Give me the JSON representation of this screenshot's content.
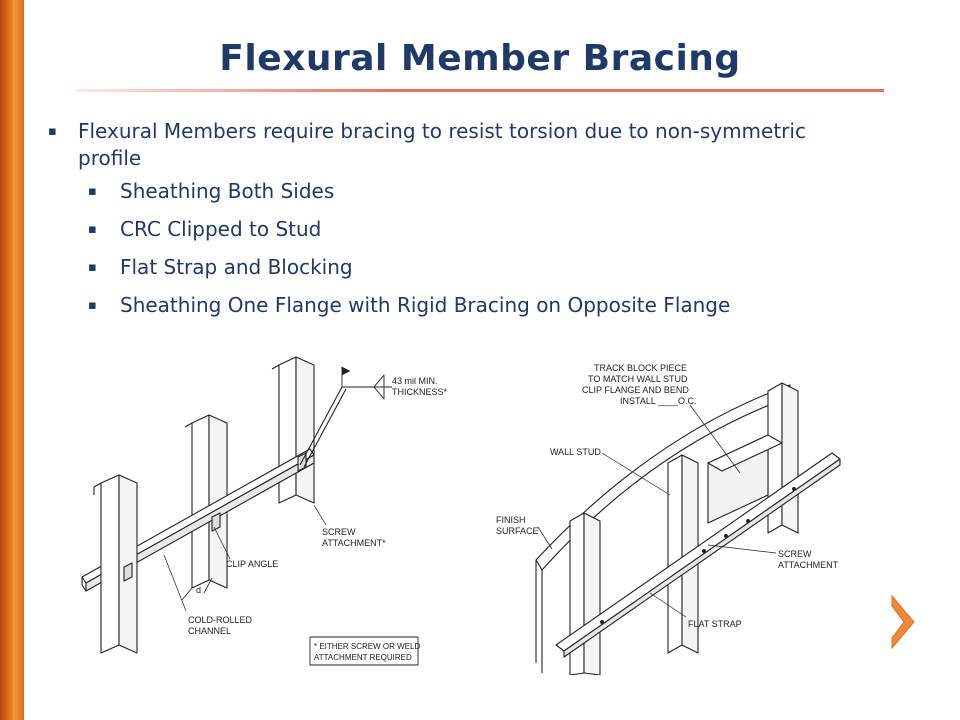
{
  "slide": {
    "title": "Flexural Member Bracing",
    "bullets": {
      "main": "Flexural Members require bracing to resist torsion due to non-symmetric profile",
      "sub": [
        "Sheathing Both Sides",
        "CRC Clipped to Stud",
        "Flat Strap and Blocking",
        "Sheathing One Flange with Rigid Bracing on Opposite Flange"
      ]
    },
    "bullet_glyph": "▪"
  },
  "figure_left": {
    "labels": {
      "thickness_1": "43 mil MIN.",
      "thickness_2": "THICKNESS*",
      "screw_1": "SCREW",
      "screw_2": "ATTACHMENT*",
      "clip": "CLIP ANGLE",
      "channel_1": "COLD-ROLLED",
      "channel_2": "CHANNEL",
      "note_1": "* EITHER SCREW OR WELD",
      "note_2": "ATTACHMENT REQUIRED",
      "dim": "d"
    }
  },
  "figure_right": {
    "labels": {
      "track_1": "TRACK BLOCK PIECE",
      "track_2": "TO MATCH WALL STUD",
      "track_3": "CLIP FLANGE AND BEND",
      "track_4": "INSTALL ____O.C.",
      "wall": "WALL STUD",
      "finish_1": "FINISH",
      "finish_2": "SURFACE",
      "screw_1": "SCREW",
      "screw_2": "ATTACHMENT",
      "strap": "FLAT STRAP"
    }
  },
  "nav": {
    "next_icon": "chevron-right-icon"
  },
  "colors": {
    "title": "#1f3a66",
    "accent_rule": "#e57060",
    "side_bar": "#e57a1e",
    "next_arrow": "#f08a3a"
  }
}
